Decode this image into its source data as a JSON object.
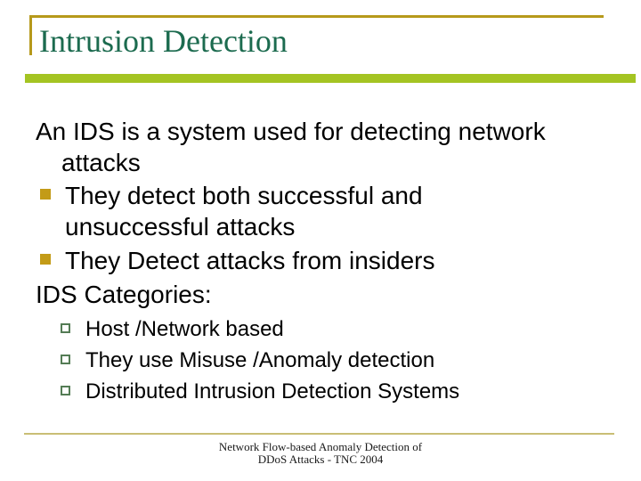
{
  "slide": {
    "title": "Intrusion Detection",
    "colors": {
      "title_green": "#1C6B4F",
      "header_rule_gold": "#B6991B",
      "divider_lime": "#A4C422",
      "bullet1_fill_gold": "#C39B17",
      "bullet2_border_green": "#547C55",
      "footer_rule_khaki": "#C9BE75",
      "body_text": "#000000"
    },
    "body": {
      "lines": [
        {
          "type": "plain",
          "text": "An IDS is a system used for detecting network"
        },
        {
          "type": "wrap",
          "text": "attacks"
        },
        {
          "type": "bullet1",
          "text": "They detect both successful and"
        },
        {
          "type": "wrap",
          "text": "unsuccessful attacks"
        },
        {
          "type": "bullet1",
          "text": "They Detect attacks from insiders"
        },
        {
          "type": "plain",
          "text": "IDS Categories:"
        },
        {
          "type": "bullet2",
          "text": "Host /Network based"
        },
        {
          "type": "bullet2",
          "text": "They use Misuse /Anomaly detection"
        },
        {
          "type": "bullet2",
          "text": "Distributed Intrusion Detection Systems"
        }
      ]
    },
    "footer": {
      "line1": "Network Flow-based Anomaly Detection of",
      "line2": "DDoS Attacks - TNC 2004"
    }
  }
}
